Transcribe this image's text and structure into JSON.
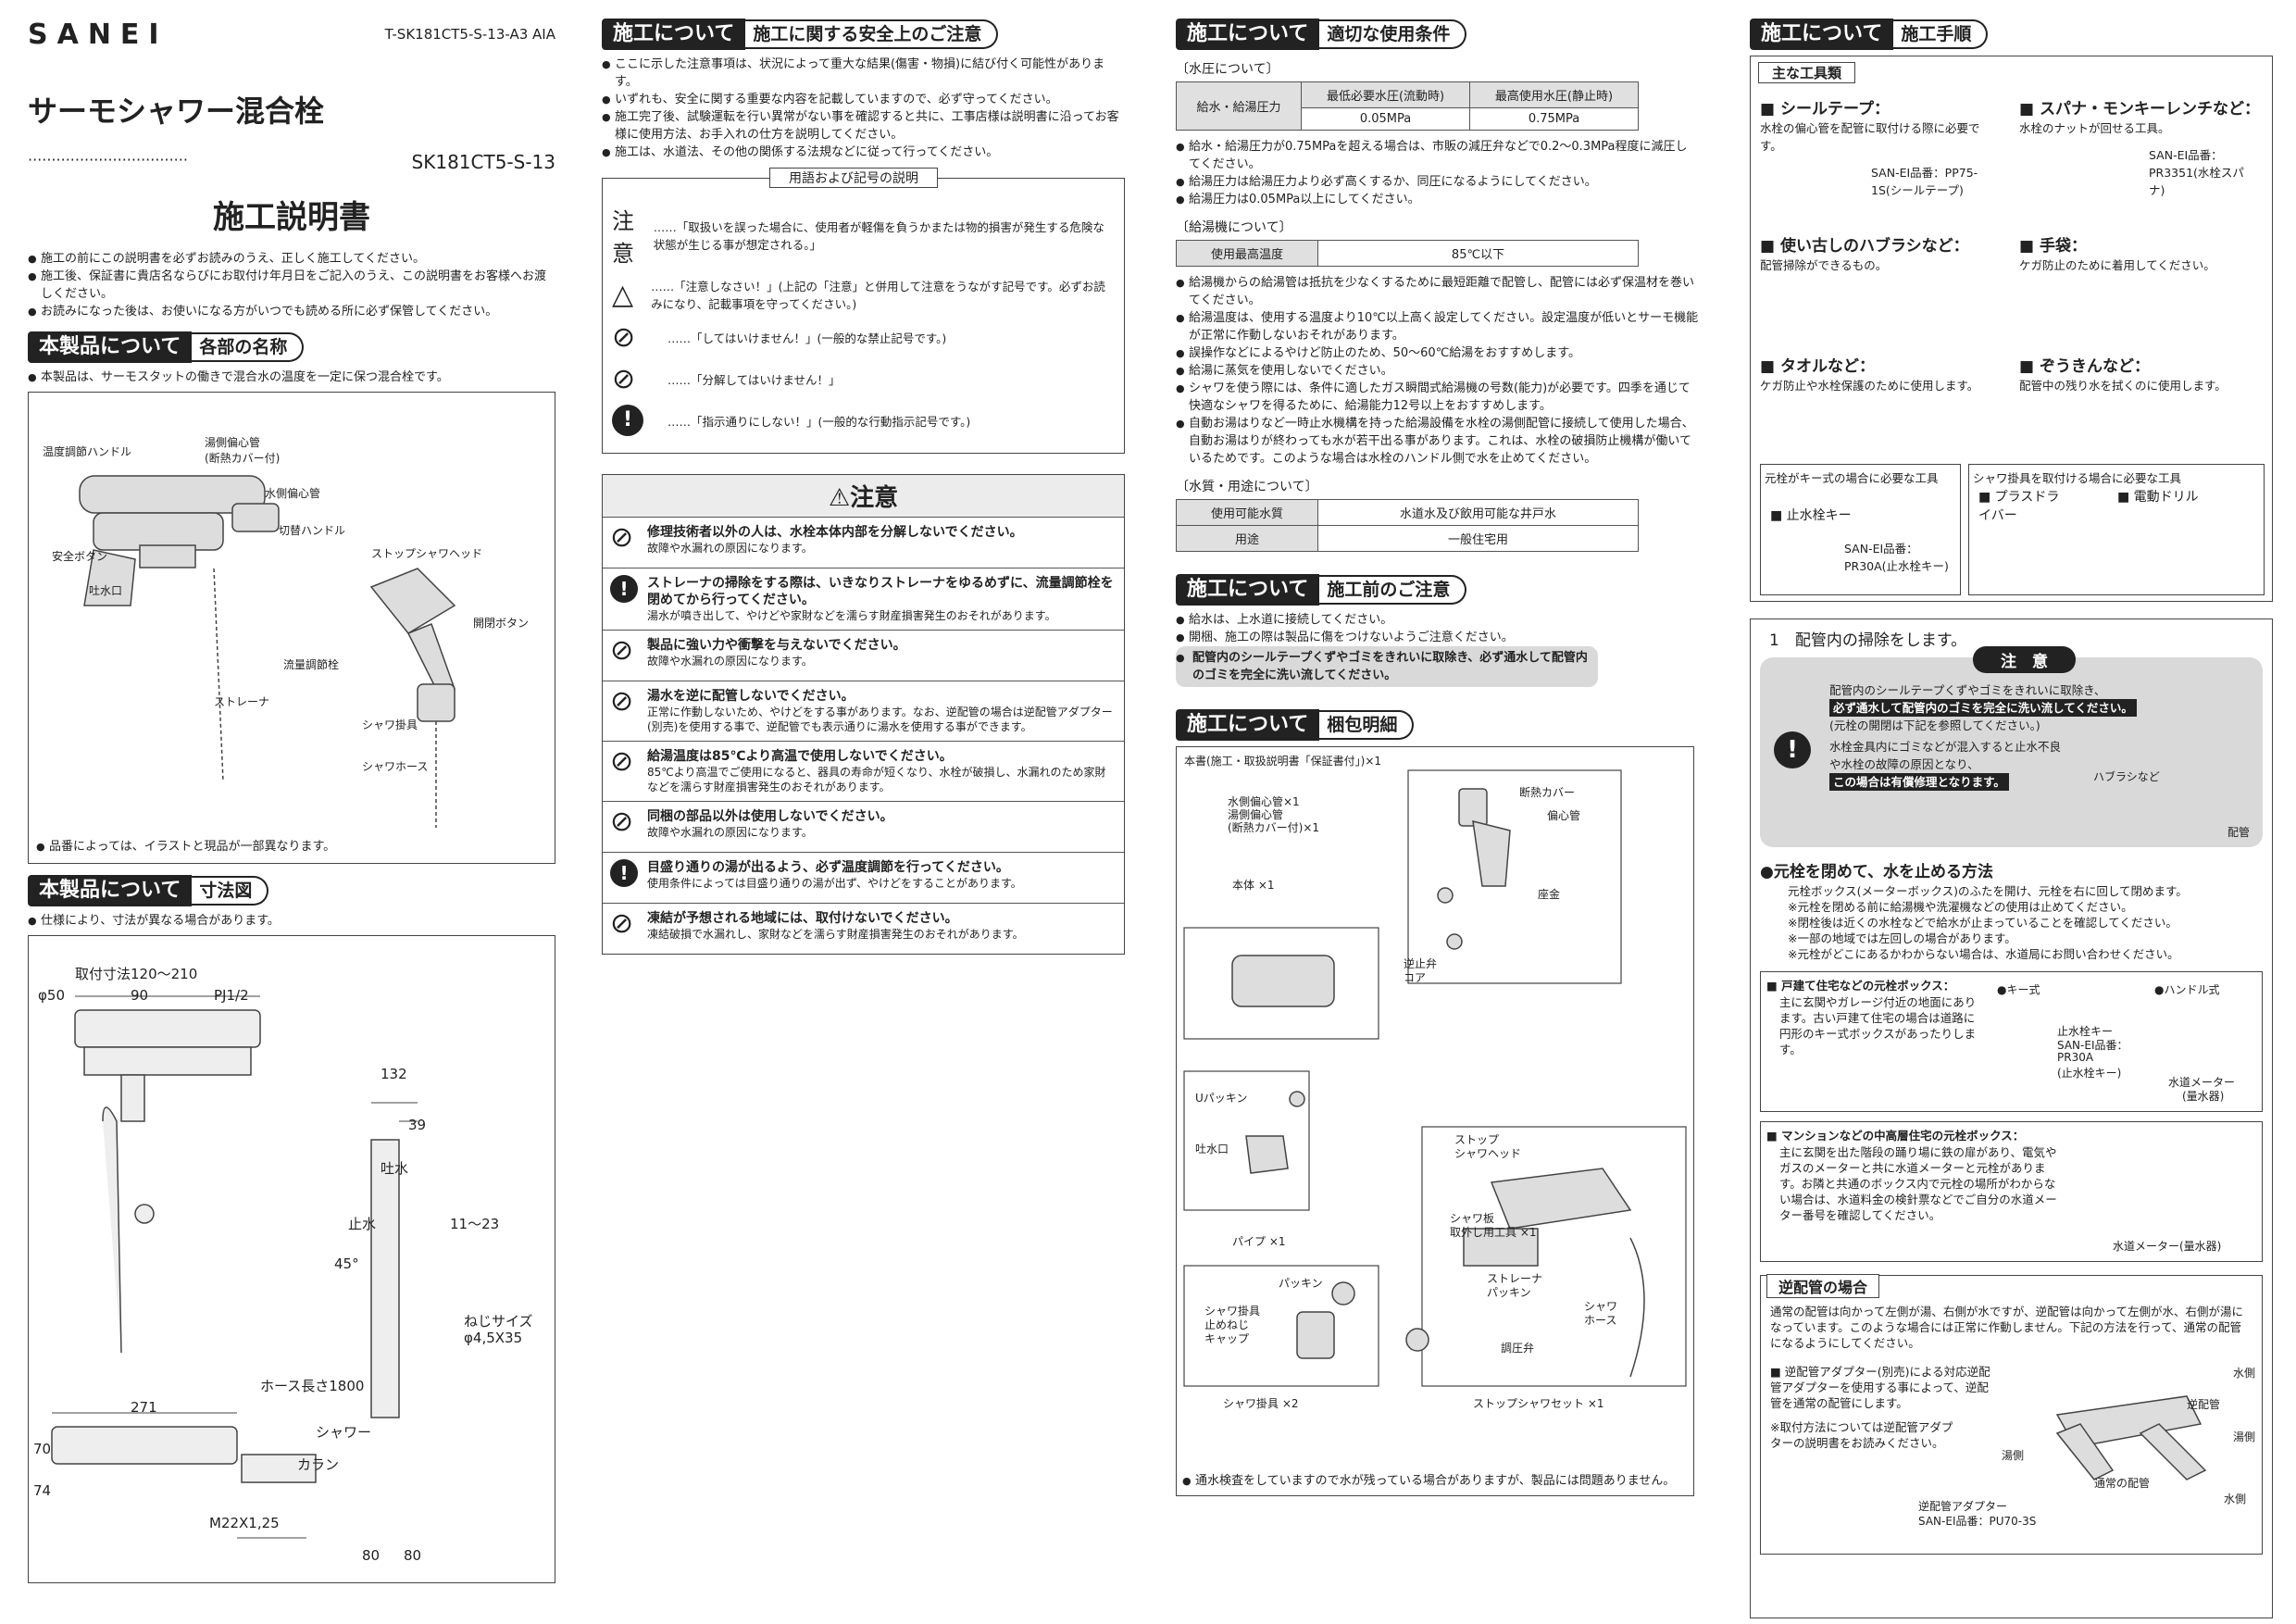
{
  "header": {
    "logo": "SANEI",
    "doc_no": "T-SK181CT5-S-13-A3 AIA",
    "product_name": "サーモシャワー混合栓",
    "dots": "··································",
    "model": "SK181CT5-S-13",
    "title": "施工説明書",
    "intro": [
      "施工の前にこの説明書を必ずお読みのうえ、正しく施工してください。",
      "施工後、保証書に貴店名ならびにお取付け年月日をご記入のうえ、この説明書をお客様へお渡しください。",
      "お読みになった後は、お使いになる方がいつでも読める所に必ず保管してください。"
    ]
  },
  "parts": {
    "head_a": "本製品について",
    "head_b": "各部の名称",
    "note": "本製品は、サーモスタットの働きで混合水の温度を一定に保つ混合栓です。",
    "labels": [
      "温度調節ハンドル",
      "湯側偏心管",
      "(断熱カバー付)",
      "水側偏心管",
      "切替ハンドル",
      "安全ボタン",
      "吐水口",
      "流量調節栓",
      "ストレーナ",
      "ストップシャワヘッド",
      "開閉ボタン",
      "シャワ掛具",
      "シャワホース"
    ],
    "footnote": "品番によっては、イラストと現品が一部異なります。"
  },
  "dims": {
    "head_a": "本製品について",
    "head_b": "寸法図",
    "note": "仕様により、寸法が異なる場合があります。",
    "labels": [
      "取付寸法120～210",
      "φ50",
      "90",
      "PJ1/2",
      "132",
      "39",
      "吐水",
      "止水",
      "45°",
      "11～23",
      "ねじサイズ",
      "φ4,5X35",
      "ホース長さ1800",
      "271",
      "シャワー",
      "カラン",
      "70",
      "74",
      "M22X1,25",
      "80",
      "80"
    ]
  },
  "safety": {
    "head_a": "施工について",
    "head_b": "施工に関する安全上のご注意",
    "items": [
      "ここに示した注意事項は、状況によって重大な結果(傷害・物損)に結び付く可能性があります。",
      "いずれも、安全に関する重要な内容を記載していますので、必ず守ってください。",
      "施工完了後、試験運転を行い異常がない事を確認すると共に、工事店様は説明書に沿ってお客様に使用方法、お手入れの仕方を説明してください。",
      "施工は、水道法、その他の関係する法規などに従って行ってください。"
    ],
    "symbols_title": "用語および記号の説明",
    "symbols": [
      {
        "k": "注意",
        "t": "……「取扱いを誤った場合に、使用者が軽傷を負うかまたは物的損害が発生する危険な状態が生じる事が想定される。」"
      },
      {
        "k": "△",
        "t": "……「注意しなさい！」(上記の「注意」と併用して注意をうながす記号です。必ずお読みになり、記載事項を守ってください。)"
      },
      {
        "k": "⊘",
        "t": "……「してはいけません！」(一般的な禁止記号です。)"
      },
      {
        "k": "⊘",
        "t": "……「分解してはいけません！」"
      },
      {
        "k": "!",
        "t": "……「指示通りにしない！」(一般的な行動指示記号です。)"
      }
    ],
    "caution_title": "⚠注意",
    "cautions": [
      {
        "ic": "⊘",
        "t": "修理技術者以外の人は、水栓本体内部を分解しないでください。",
        "d": "故障や水漏れの原因になります。"
      },
      {
        "ic": "!",
        "t": "ストレーナの掃除をする際は、いきなりストレーナをゆるめずに、流量調節栓を閉めてから行ってください。",
        "d": "湯水が噴き出して、やけどや家財などを濡らす財産損害発生のおそれがあります。"
      },
      {
        "ic": "⊘",
        "t": "製品に強い力や衝撃を与えないでください。",
        "d": "故障や水漏れの原因になります。"
      },
      {
        "ic": "⊘",
        "t": "湯水を逆に配管しないでください。",
        "d": "正常に作動しないため、やけどをする事があります。なお、逆配管の場合は逆配管アダプター(別売)を使用する事で、逆配管でも表示通りに湯水を使用する事ができます。"
      },
      {
        "ic": "⊘",
        "t": "給湯温度は85℃より高温で使用しないでください。",
        "d": "85℃より高温でご使用になると、器具の寿命が短くなり、水栓が破損し、水漏れのため家財などを濡らす財産損害発生のおそれがあります。"
      },
      {
        "ic": "⊘",
        "t": "同梱の部品以外は使用しないでください。",
        "d": "故障や水漏れの原因になります。"
      },
      {
        "ic": "!",
        "t": "目盛り通りの湯が出るよう、必ず温度調節を行ってください。",
        "d": "使用条件によっては目盛り通りの湯が出ず、やけどをすることがあります。"
      },
      {
        "ic": "⊘",
        "t": "凍結が予想される地域には、取付けないでください。",
        "d": "凍結破損で水漏れし、家財などを濡らす財産損害発生のおそれがあります。"
      }
    ]
  },
  "conditions": {
    "head_a": "施工について",
    "head_b": "適切な使用条件",
    "pressure_title": "〔水圧について〕",
    "pressure_table": {
      "row": "給水・給湯圧力",
      "c1": "最低必要水圧(流動時)",
      "c2": "最高使用水圧(静止時)",
      "v1": "0.05MPa",
      "v2": "0.75MPa"
    },
    "pressure_notes": [
      "給水・給湯圧力が0.75MPaを超える場合は、市販の減圧弁などで0.2～0.3MPa程度に減圧してください。",
      "給湯圧力は給湯圧力より必ず高くするか、同圧になるようにしてください。",
      "給湯圧力は0.05MPa以上にしてください。"
    ],
    "heater_title": "〔給湯機について〕",
    "heater_table": {
      "k": "使用最高温度",
      "v": "85℃以下"
    },
    "heater_notes": [
      "給湯機からの給湯管は抵抗を少なくするために最短距離で配管し、配管には必ず保温材を巻いてください。",
      "給湯温度は、使用する温度より10℃以上高く設定してください。設定温度が低いとサーモ機能が正常に作動しないおそれがあります。",
      "誤操作などによるやけど防止のため、50～60℃給湯をおすすめします。",
      "給湯に蒸気を使用しないでください。",
      "シャワを使う際には、条件に適したガス瞬間式給湯機の号数(能力)が必要です。四季を通じて快適なシャワを得るために、給湯能力12号以上をおすすめします。",
      "自動お湯はりなど一時止水機構を持った給湯設備を水栓の湯側配管に接続して使用した場合、自動お湯はりが終わっても水が若干出る事があります。これは、水栓の破損防止機構が働いているためです。このような場合は水栓のハンドル側で水を止めてください。"
    ],
    "water_title": "〔水質・用途について〕",
    "water_table": [
      {
        "k": "使用可能水質",
        "v": "水道水及び飲用可能な井戸水"
      },
      {
        "k": "用途",
        "v": "一般住宅用"
      }
    ]
  },
  "before": {
    "head_a": "施工について",
    "head_b": "施工前のご注意",
    "items": [
      "給水は、上水道に接続してください。",
      "開梱、施工の際は製品に傷をつけないようご注意ください。",
      "配管内のシールテープくずやゴミをきれいに取除き、必ず通水して配管内のゴミを完全に洗い流してください。"
    ]
  },
  "package": {
    "head_a": "施工について",
    "head_b": "梱包明細",
    "labels": [
      "本書(施工・取扱説明書「保証書付」)×1",
      "水側偏心管×1",
      "湯側偏心管",
      "(断熱カバー付)×1",
      "断熱カバー",
      "偏心管",
      "座金",
      "本体 ×1",
      "逆止弁",
      "コア",
      "Uパッキン",
      "吐水口",
      "パイプ ×1",
      "ストップ",
      "シャワヘッド",
      "シャワ板",
      "取外し用工具 ×1",
      "ストレーナ",
      "パッキン",
      "シャワ",
      "ホース",
      "調圧弁",
      "パッキン",
      "シャワ掛具",
      "止めねじ",
      "キャップ",
      "シャワ掛具 ×2",
      "ストップシャワセット ×1"
    ],
    "footnote": "通水検査をしていますので水が残っている場合がありますが、製品には問題ありません。"
  },
  "procedure": {
    "head_a": "施工について",
    "head_b": "施工手順",
    "tools_title": "主な工具類",
    "tools": [
      {
        "n": "■ シールテープ：",
        "d": "水栓の偏心管を配管に取付ける際に必要です。",
        "p": "SAN-EI品番：PP75-1S(シールテープ)"
      },
      {
        "n": "■ スパナ・モンキーレンチなど：",
        "d": "水栓のナットが回せる工具。",
        "p": "SAN-EI品番：PR3351(水栓スパナ)"
      },
      {
        "n": "■ 使い古しのハブラシなど：",
        "d": "配管掃除ができるもの。",
        "p": ""
      },
      {
        "n": "■ 手袋：",
        "d": "ケガ防止のために着用してください。",
        "p": ""
      },
      {
        "n": "■ タオルなど：",
        "d": "ケガ防止や水栓保護のために使用します。",
        "p": ""
      },
      {
        "n": "■ ぞうきんなど：",
        "d": "配管中の残り水を拭くのに使用します。",
        "p": ""
      }
    ],
    "key_title": "元栓がキー式の場合に必要な工具",
    "key_tool": "■ 止水栓キー",
    "key_part": "SAN-EI品番：PR30A(止水栓キー)",
    "shower_tools_title": "シャワ掛具を取付ける場合に必要な工具",
    "shower_tools": [
      "■ プラスドライバー",
      "■ 電動ドリル"
    ],
    "step1": "1　配管内の掃除をします。",
    "step1_caution": "注　意",
    "step1_text": [
      "配管内のシールテープくずやゴミをきれいに取除き、",
      "必ず通水して配管内のゴミを完全に洗い流してください。",
      "(元栓の開閉は下記を参照してください。)",
      "水栓金具内にゴミなどが混入すると止水不良や水栓の故障の原因となり、",
      "この場合は有償修理となります。"
    ],
    "step1_labels": [
      "ハブラシなど",
      "配管"
    ],
    "close_title": "●元栓を閉めて、水を止める方法",
    "close_notes": [
      "元栓ボックス(メーターボックス)のふたを開け、元栓を右に回して閉めます。",
      "※元栓を閉める前に給湯機や洗濯機などの使用は止めてください。",
      "※閉栓後は近くの水栓などで給水が止まっていることを確認してください。",
      "※一部の地域では左回しの場合があります。",
      "※元栓がどこにあるかわからない場合は、水道局にお問い合わせください。"
    ],
    "house_title": "■ 戸建て住宅などの元栓ボックス：",
    "house_text": "主に玄関やガレージ付近の地面にあります。古い戸建て住宅の場合は道路に円形のキー式ボックスがあったりします。",
    "house_labels": [
      "●キー式",
      "●ハンドル式",
      "止水栓キー",
      "SAN-EI品番：",
      "PR30A",
      "(止水栓キー)",
      "水道メーター",
      "(量水器)"
    ],
    "mansion_title": "■ マンションなどの中高層住宅の元栓ボックス：",
    "mansion_text": "主に玄関を出た階段の踊り場に鉄の扉があり、電気やガスのメーターと共に水道メーターと元栓があります。お隣と共通のボックス内で元栓の場所がわからない場合は、水道料金の検針票などでご自分の水道メーター番号を確認してください。",
    "mansion_label": "水道メーター(量水器)",
    "reverse_title": "逆配管の場合",
    "reverse_text": "通常の配管は向かって左側が湯、右側が水ですが、逆配管は向かって左側が水、右側が湯になっています。このような場合には正常に作動しません。下記の方法を行って、通常の配管になるようにしてください。",
    "reverse_item": "■ 逆配管アダプター(別売)による対応逆配管アダプターを使用する事によって、逆配管を通常の配管にします。",
    "reverse_note": "※取付方法については逆配管アダプターの説明書をお読みください。",
    "reverse_labels": [
      "水側",
      "逆配管",
      "湯側",
      "湯側",
      "通常の配管",
      "水側",
      "逆配管アダプター",
      "SAN-EI品番：PU70-3S"
    ]
  }
}
